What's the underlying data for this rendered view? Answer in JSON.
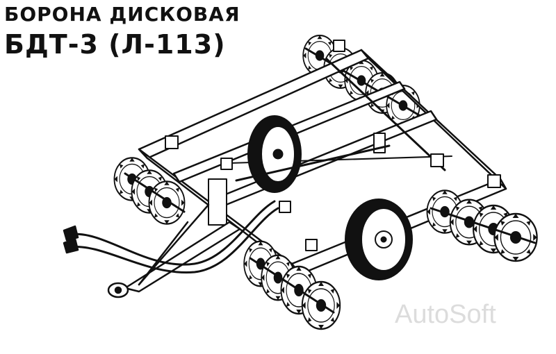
{
  "title": {
    "line1": "БОРОНА ДИСКОВАЯ",
    "line2": "БДТ-3 (Л-113)"
  },
  "watermark": "AutoSoft",
  "colors": {
    "ink": "#111111",
    "paper": "#ffffff",
    "watermark": "#dcdcdc"
  },
  "icons": {
    "illustration": "disc-harrow-drawing"
  }
}
